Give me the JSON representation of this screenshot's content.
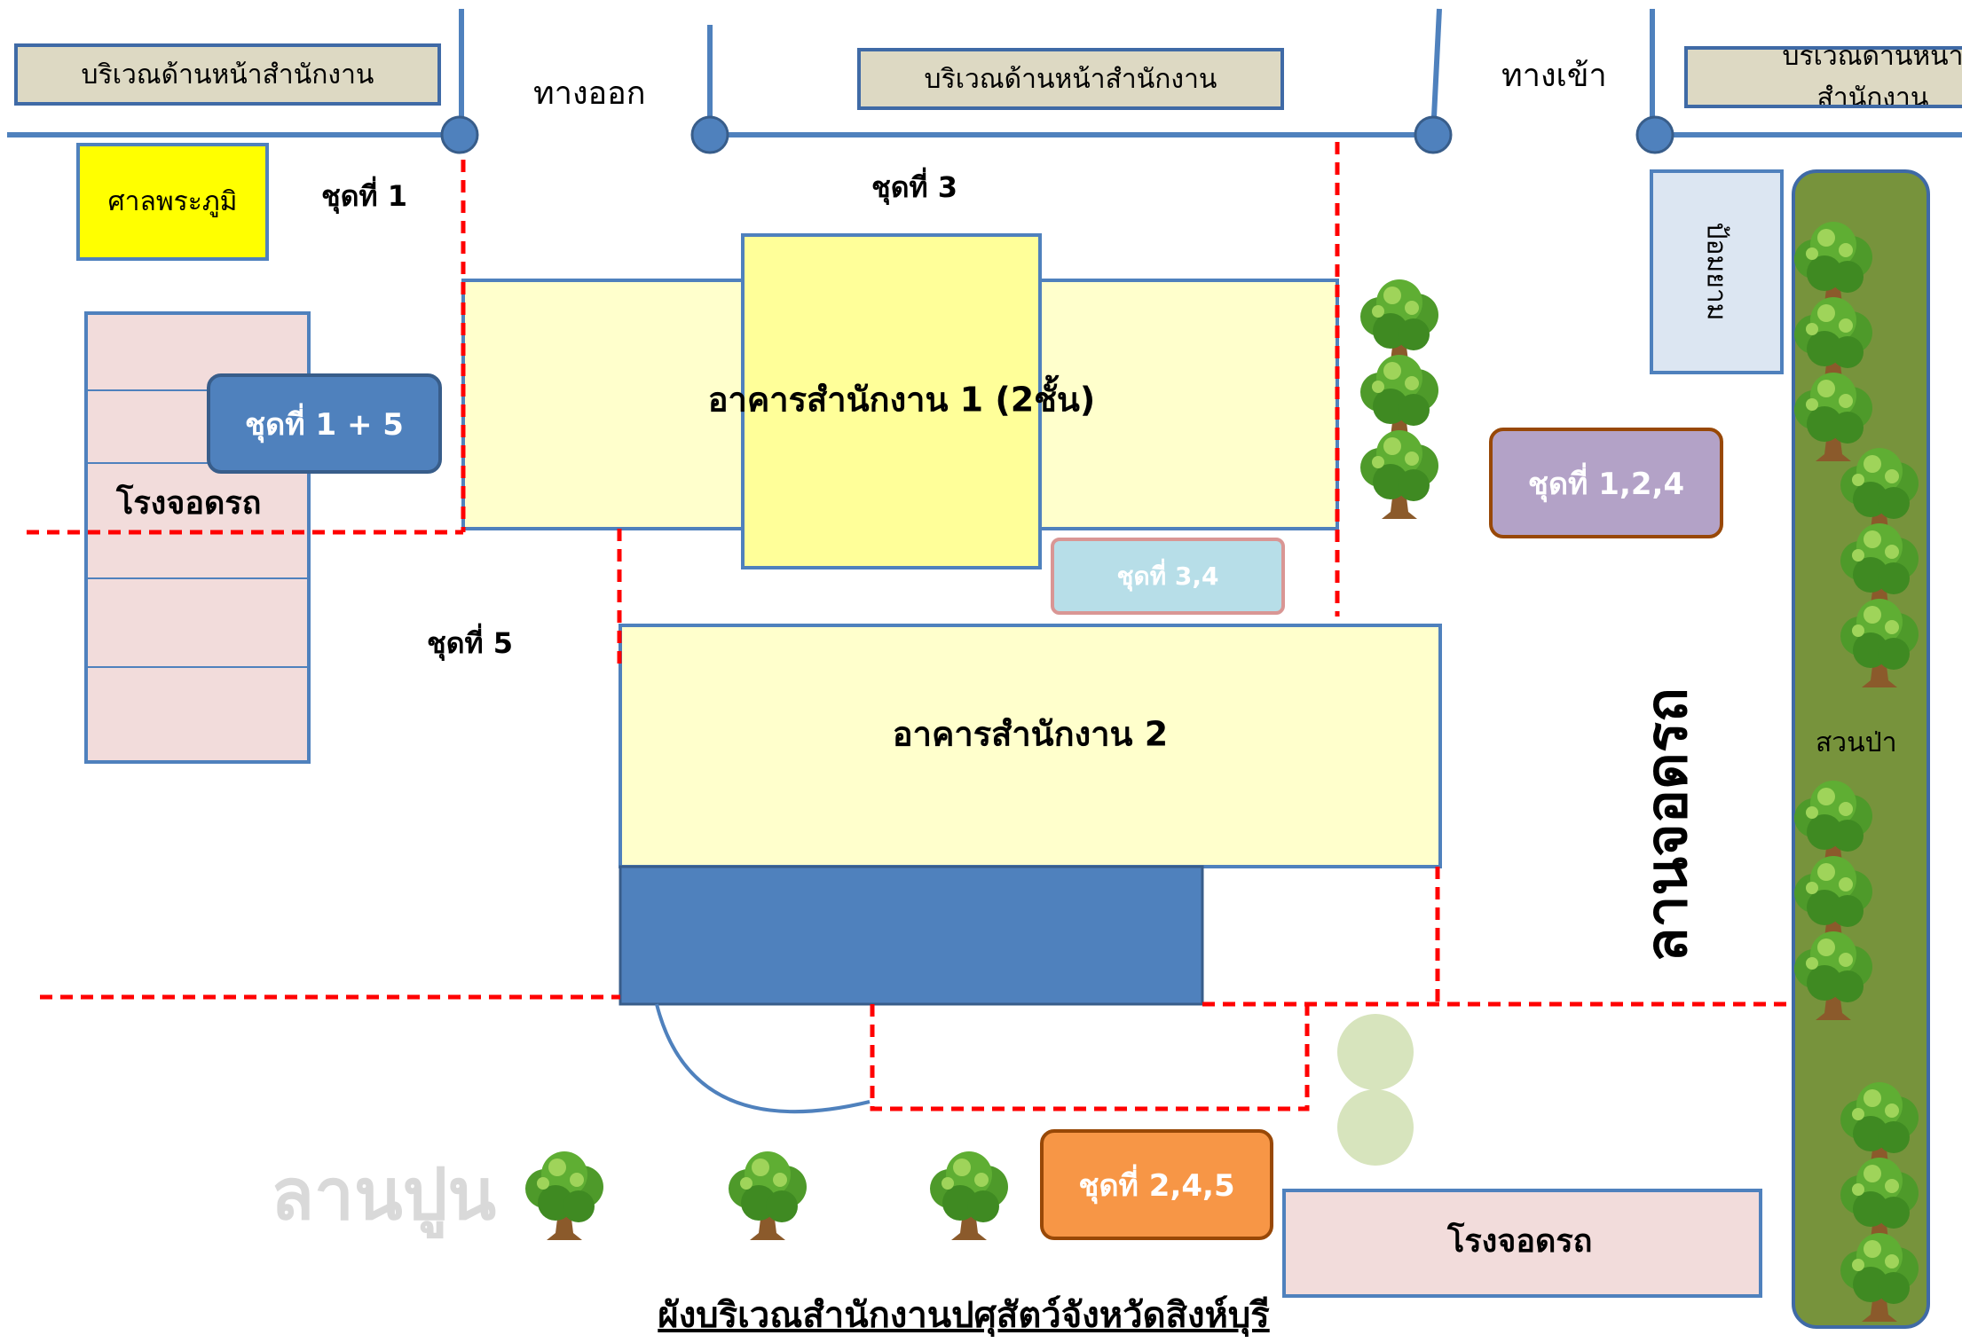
{
  "front_area_labels": [
    "บริเวณด้านหน้าสำนักงาน",
    "บริเวณด้านหน้าสำนักงาน",
    "บริเวณด้านหน้าสำนักงาน"
  ],
  "exit_label": "ทางออก",
  "entrance_label": "ทางเข้า",
  "shrine_label": "ศาลพระภูมิ",
  "guard_house_label": "ป้อมยาม",
  "garage_left_label": "โรงจอดรถ",
  "garage_bottom_label": "โรงจอดรถ",
  "building1_label": "อาคารสำนักงาน 1 (2ชั้น)",
  "building2_label": "อาคารสำนักงาน 2",
  "parking_lot_label": "ลานจอดรถ",
  "forest_garden_label": "สวนป่า",
  "cement_yard_label": "ลานปูน",
  "title": "ผังบริเวณสำนักงานปศุสัตว์จังหวัดสิงห์บุรี",
  "zones": {
    "z1": "ชุดที่ 1",
    "z3": "ชุดที่ 3",
    "z5": "ชุดที่ 5",
    "z15": "ชุดที่ 1 + 5",
    "z34": "ชุดที่ 3,4",
    "z124": "ชุดที่ 1,2,4",
    "z245": "ชุดที่ 2,4,5"
  },
  "colors": {
    "road": "#4f81bd",
    "zone_line": "#ff0000",
    "building_fill": "#ffffcc",
    "building_core": "#ffff99",
    "garden": "#77933c",
    "garage": "#f2dcdb",
    "shrine": "#ffff00"
  }
}
